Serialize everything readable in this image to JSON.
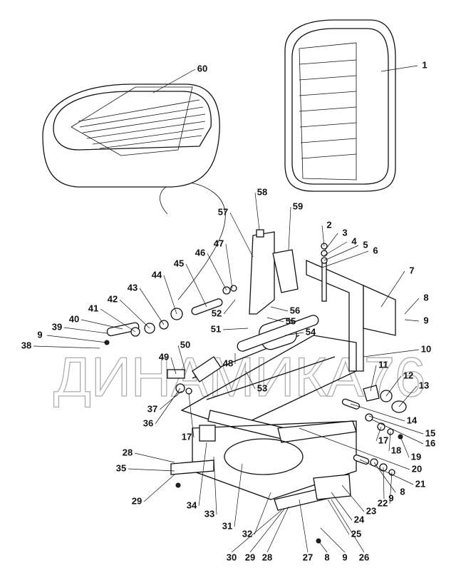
{
  "diagram": {
    "watermark": "ДИНАМИКА76",
    "callouts": [
      "1",
      "60",
      "58",
      "59",
      "57",
      "2",
      "3",
      "4",
      "5",
      "6",
      "47",
      "46",
      "45",
      "44",
      "7",
      "43",
      "42",
      "8",
      "41",
      "40",
      "9",
      "52",
      "56",
      "55",
      "39",
      "51",
      "54",
      "9",
      "38",
      "10",
      "50",
      "49",
      "48",
      "11",
      "12",
      "53",
      "13",
      "37",
      "36",
      "14",
      "15",
      "16",
      "17",
      "17",
      "18",
      "19",
      "20",
      "21",
      "28",
      "35",
      "8",
      "9",
      "22",
      "29",
      "34",
      "33",
      "23",
      "24",
      "31",
      "25",
      "32",
      "30",
      "29",
      "28",
      "27",
      "8",
      "9",
      "26"
    ]
  }
}
